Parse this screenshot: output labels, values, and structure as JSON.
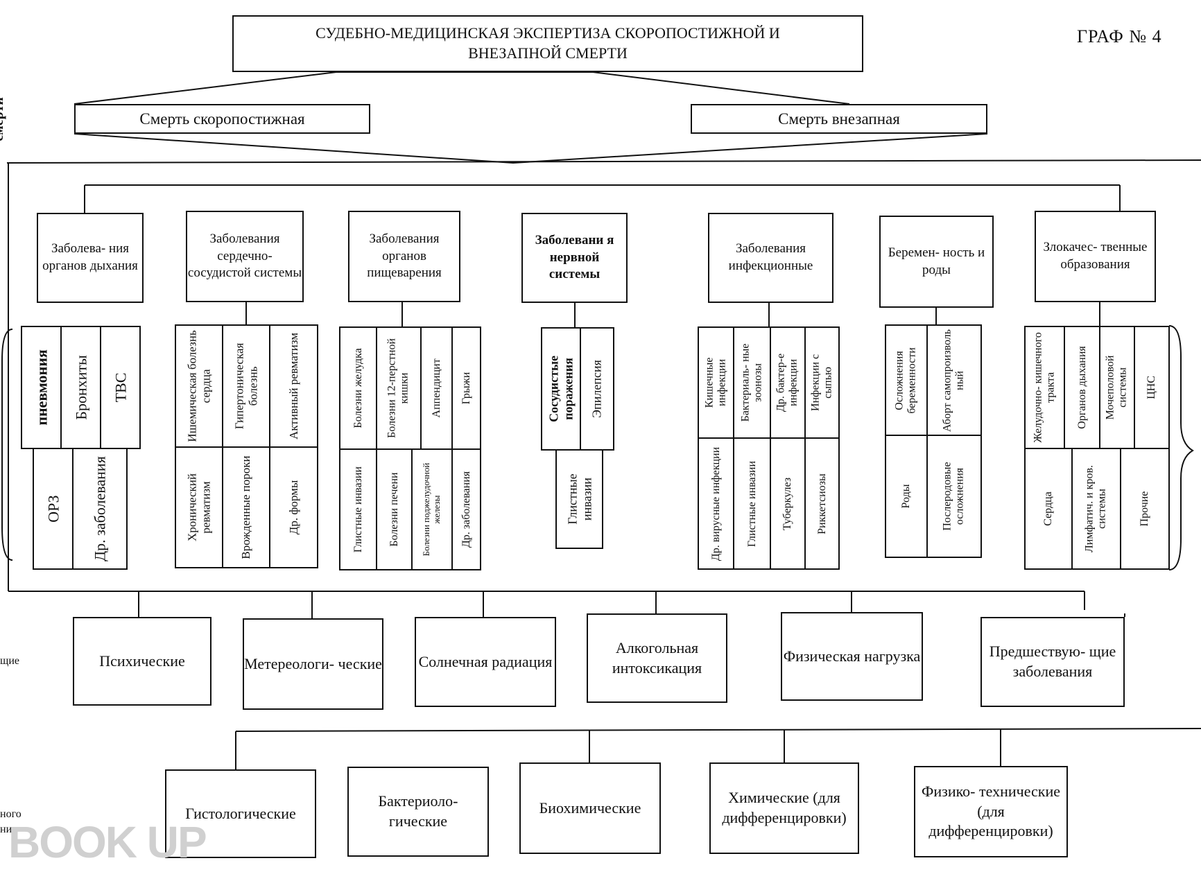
{
  "corner_label": "ГРАФ № 4",
  "title": "СУДЕБНО-МЕДИЦИНСКАЯ ЭКСПЕРТИЗА СКОРОПОСТИЖНОЙ И ВНЕЗАПНОЙ СМЕРТИ",
  "types": [
    "Смерть скоропостижная",
    "Смерть внезапная"
  ],
  "categories": [
    {
      "label": "Заболева- ния органов дыхания",
      "items": [
        "пневмония",
        "Бронхиты",
        "ТВС",
        "ОРЗ",
        "Др. заболевания"
      ]
    },
    {
      "label": "Заболевания сердечно- сосудистой системы",
      "items": [
        "Ишемическая болезнь сердца",
        "Гипертоническая болезнь",
        "Активный ревматизм",
        "Хронический ревматизм",
        "Врожденные пороки",
        "Др. формы"
      ]
    },
    {
      "label": "Заболевания органов пищеварения",
      "items": [
        "Болезни желудка",
        "Болезни 12-перстной кишки",
        "Аппендицит",
        "Грыжи",
        "Глистные инвазии",
        "Болезни печени",
        "Болезни поджелудочной железы",
        "Др. заболевания"
      ]
    },
    {
      "label": "Заболевани я нервной системы",
      "items": [
        "Сосудистые поражения",
        "Эпилепсия",
        "Глистные инвазии"
      ]
    },
    {
      "label": "Заболевания инфекционные",
      "items": [
        "Кишечные инфекции",
        "Бактериаль- ные зоонозы",
        "Др. бактер-е инфекции",
        "Инфекции с сыпью",
        "Др. вирусные инфекции",
        "Глистные инвазии",
        "Туберкулез",
        "Риккетсиозы"
      ]
    },
    {
      "label": "Беремен- ность и роды",
      "items": [
        "Осложнения беременности",
        "Аборт самопроизволь ный",
        "Роды",
        "Послеродовые осложнения"
      ]
    },
    {
      "label": "Злокачес- твенные образования",
      "items": [
        "Желудочно- кишечного тракта",
        "Органов дыхания",
        "Мочеполовой системы",
        "ЦНС",
        "Сердца",
        "Лимфатич. и кров. системы",
        "Прочие"
      ]
    }
  ],
  "factors": [
    "Психические",
    "Метереологи- ческие",
    "Солнечная радиация",
    "Алкогольная интоксикация",
    "Физическая нагрузка",
    "Предшествую- щие заболевания"
  ],
  "methods": [
    "Гистологические",
    "Бактериоло- гические",
    "Биохимические",
    "Химические (для дифференцировки)",
    "Физико- технические (для дифференцировки)"
  ],
  "margin_labels": [
    "смерти",
    "щие",
    "ного",
    "ния"
  ],
  "watermark": "BOOK UP"
}
